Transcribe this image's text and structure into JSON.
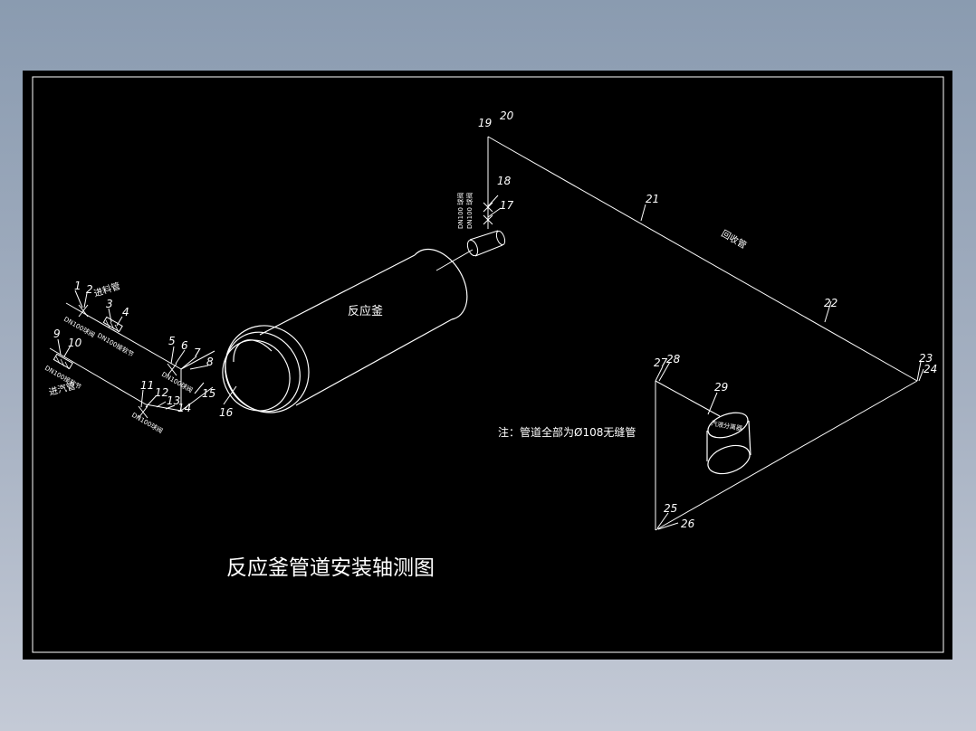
{
  "title": "反应釜管道安装轴测图",
  "note": "注：管道全部为Ø108无缝管",
  "equipment": {
    "reactor": "反应釜",
    "separator": "汽液分离器"
  },
  "pipe_labels": {
    "feed": "进料管",
    "steam": "进汽管",
    "return": "回收管"
  },
  "fittings": {
    "valve_1": "DN100球阀",
    "joint_1": "DN100接软节",
    "joint_2": "DN100接软节",
    "valve_2": "DN100球阀",
    "valve_3": "DN100球阀",
    "valve_4": "DN100 球阀",
    "valve_5": "DN100 球阀"
  },
  "numbers": {
    "n1": "1",
    "n2": "2",
    "n3": "3",
    "n4": "4",
    "n5": "5",
    "n6": "6",
    "n7": "7",
    "n8": "8",
    "n9": "9",
    "n10": "10",
    "n11": "11",
    "n12": "12",
    "n13": "13",
    "n14": "14",
    "n15": "15",
    "n16": "16",
    "n17": "17",
    "n18": "18",
    "n19": "19",
    "n20": "20",
    "n21": "21",
    "n22": "22",
    "n23": "23",
    "n24": "24",
    "n25": "25",
    "n26": "26",
    "n27": "27",
    "n28": "28",
    "n29": "29"
  },
  "colors": {
    "background": "#000000",
    "line": "#ffffff",
    "window_gradient_top": "#8a9bb0",
    "window_gradient_bottom": "#c4cad6"
  }
}
